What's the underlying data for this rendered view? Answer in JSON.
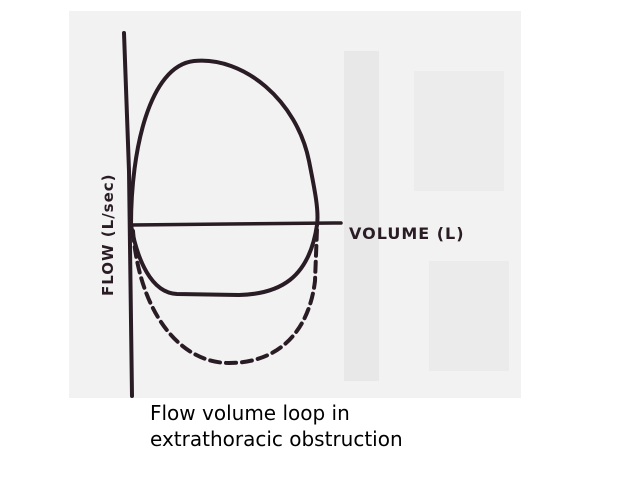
{
  "figure": {
    "axis_labels": {
      "flow": "FLOW (L/sec)",
      "volume": "VOLUME (L)"
    },
    "colors": {
      "ink": "#2a1c25",
      "paper": "#f2f2f2",
      "paper_shadow": "#e4e4e4"
    }
  },
  "caption": {
    "line1": "Flow volume loop in",
    "line2": "extrathoracic obstruction"
  }
}
